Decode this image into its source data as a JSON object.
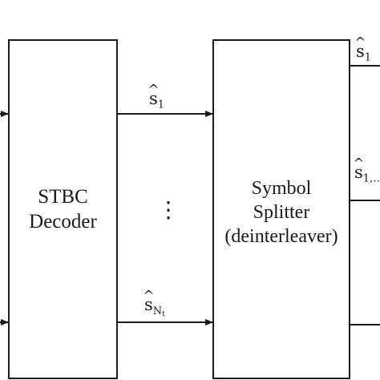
{
  "blocks": {
    "decoder": {
      "line1": "STBC",
      "line2": "Decoder"
    },
    "splitter": {
      "line1": "Symbol",
      "line2": "Splitter",
      "line3": "(deinterleaver)"
    }
  },
  "signals": {
    "top": {
      "symbol": "s",
      "subscript": "1"
    },
    "bottom": {
      "symbol": "s",
      "subscript": "N",
      "subsubscript": "t"
    },
    "ellipsis": "⋮",
    "out_top": {
      "symbol": "s",
      "subscript": "1"
    },
    "out_mid": {
      "symbol": "s",
      "subscript": "1,…"
    }
  },
  "colors": {
    "stroke": "#1a1a1a",
    "background": "#ffffff"
  }
}
